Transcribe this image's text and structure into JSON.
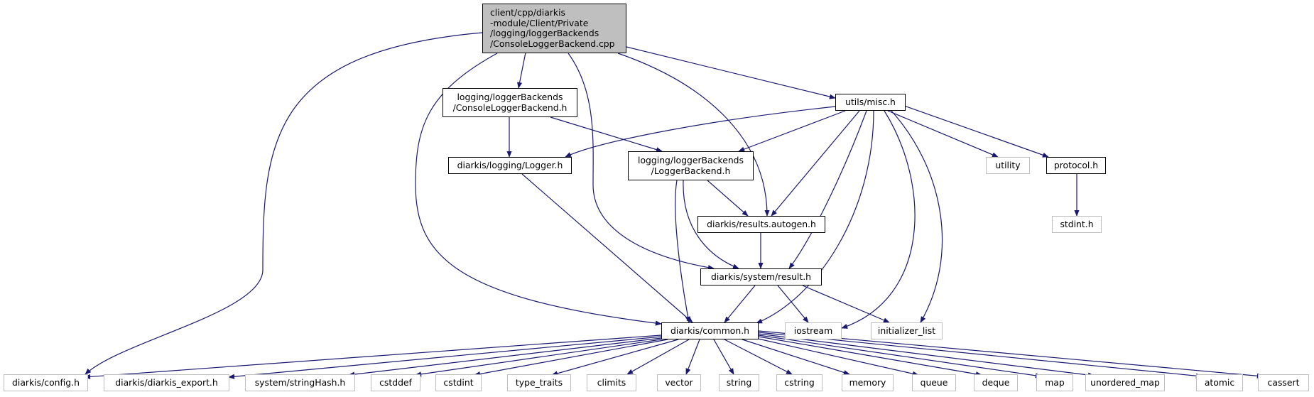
{
  "colors": {
    "edge": "#191970",
    "root_fill": "#bfbfbf",
    "external_border": "#bfbfbf"
  },
  "nodes": {
    "root": {
      "label": "client/cpp/diarkis\n-module/Client/Private\n/logging/loggerBackends\n/ConsoleLoggerBackend.cpp"
    },
    "console_h": {
      "label": "logging/loggerBackends\n/ConsoleLoggerBackend.h"
    },
    "misc_h": {
      "label": "utils/misc.h"
    },
    "logger_h": {
      "label": "diarkis/logging/Logger.h"
    },
    "loggerbackend_h": {
      "label": "logging/loggerBackends\n/LoggerBackend.h"
    },
    "utility": {
      "label": "utility"
    },
    "protocol_h": {
      "label": "protocol.h"
    },
    "stdint_h": {
      "label": "stdint.h"
    },
    "results_autogen_h": {
      "label": "diarkis/results.autogen.h"
    },
    "result_h": {
      "label": "diarkis/system/result.h"
    },
    "common_h": {
      "label": "diarkis/common.h"
    },
    "iostream": {
      "label": "iostream"
    },
    "initializer_list": {
      "label": "initializer_list"
    },
    "config_h": {
      "label": "diarkis/config.h"
    },
    "export_h": {
      "label": "diarkis/diarkis_export.h"
    },
    "stringhash_h": {
      "label": "system/stringHash.h"
    },
    "cstddef": {
      "label": "cstddef"
    },
    "cstdint": {
      "label": "cstdint"
    },
    "type_traits": {
      "label": "type_traits"
    },
    "climits": {
      "label": "climits"
    },
    "vector": {
      "label": "vector"
    },
    "string": {
      "label": "string"
    },
    "cstring": {
      "label": "cstring"
    },
    "memory": {
      "label": "memory"
    },
    "queue": {
      "label": "queue"
    },
    "deque": {
      "label": "deque"
    },
    "map": {
      "label": "map"
    },
    "unordered_map": {
      "label": "unordered_map"
    },
    "atomic": {
      "label": "atomic"
    },
    "cassert": {
      "label": "cassert"
    }
  }
}
